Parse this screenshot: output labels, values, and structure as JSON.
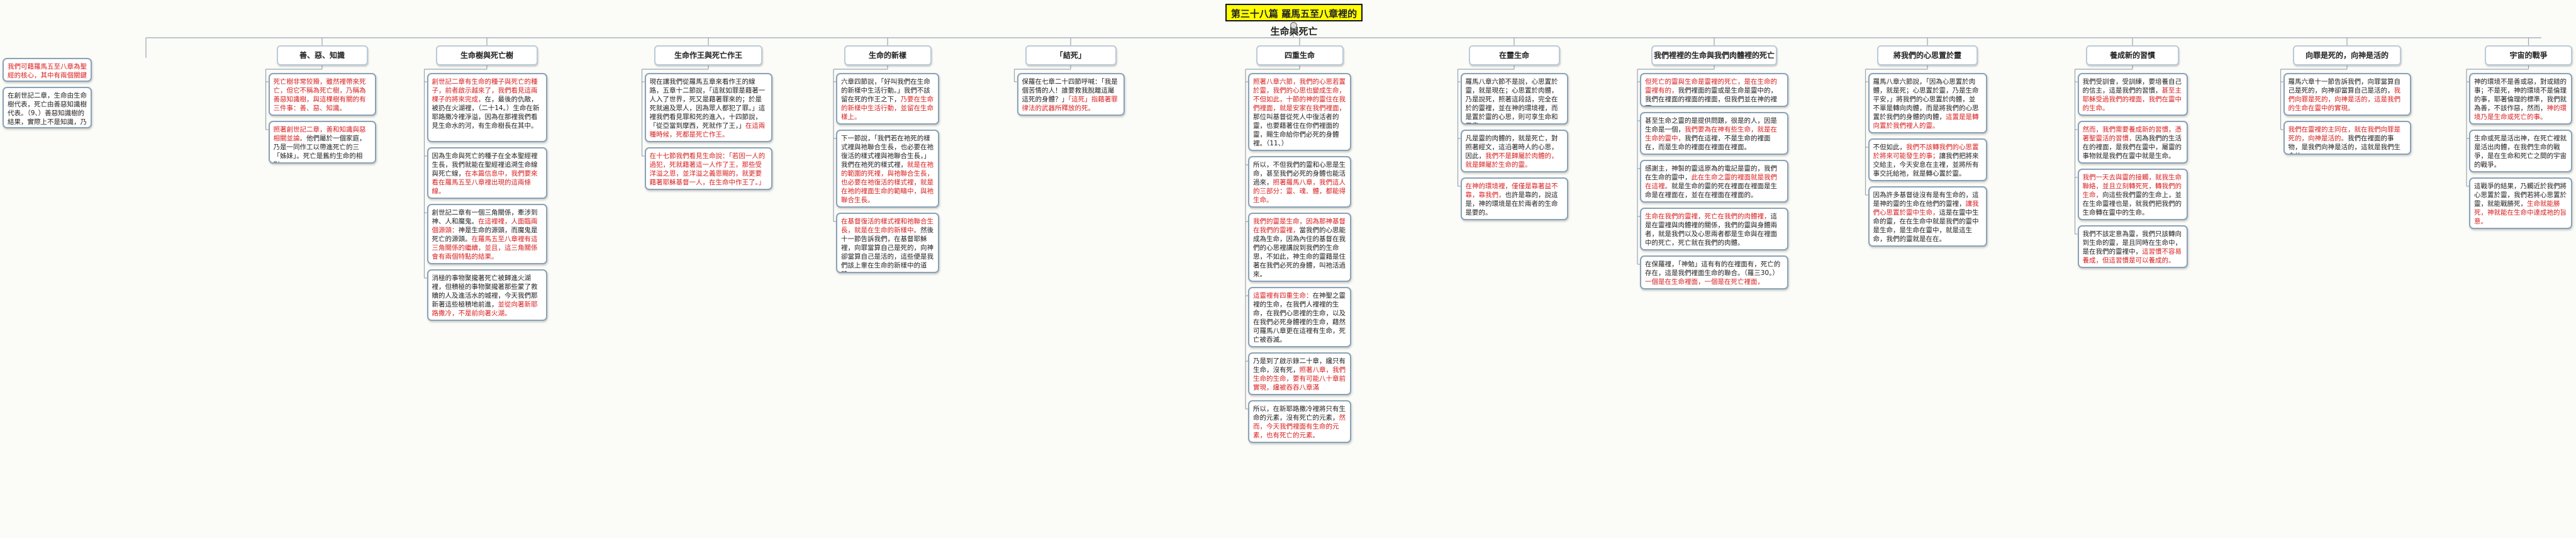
{
  "title": "第三十八篇  羅馬五至八章裡的生命與死亡",
  "intro": {
    "red": "我們可藉羅馬五至八章為聖經的核心，其中有兩個關鍵辭彙便是「死」，就是生命與死亡。",
    "black": "在創世記二章，生命由生命樹代表，死亡由善惡知識樹代表。（9、）善惡知識樹的結果，實際上不是知識，乃是死亡。所以，我們可稱這兩棵樹為生命樹與死亡樹。"
  },
  "branches": [
    {
      "label": "善、惡、知識",
      "notes": [
        {
          "red": "死亡樹非常狡猾，雖然裡帶來死亡，但它不稱為死亡樹，乃稱為善惡知識樹，與這棵樹有關的有三件事：善、惡、知識。"
        },
        {
          "red": "照著創世記二章，善和知識與惡相關並論。",
          "black": "他們屬於一個家庭，乃是一同作工以帶進死亡的三「姊妹」。死亡是舊約生命的相對。"
        }
      ]
    },
    {
      "label": "生命樹與死亡樹",
      "notes": [
        {
          "red": "創世記二章有生命的種子與死亡的種子，前者啟示越來了，我們看見這兩棵子的將來完成，",
          "black": "在，最後的仇敵，被扔在火湖裡，（二十14。）生命在新耶路撒冷裡淨溢，因為在那裡我們看見生命水的河，有生命樹長在其中。"
        },
        {
          "black": "因為生命與死亡的種子在全本聖經裡生長，我們就能在聖經裡追溯生命線與死亡線，",
          "red": "在本篇信息中，我們要來看在羅馬五至八章裡出現的這兩條線。"
        },
        {
          "black": "創世記二章有一個三角關係，牽涉到神、人和魔鬼。",
          "red": "在這裡裡，人面臨兩個源頭：",
          "black2": "神是生命的源頭，而魔鬼是死亡的源頭。",
          "red2": "在羅馬五至八章裡有這三角關係的繼續，並且，這三角關係會有兩個特點的結果。"
        },
        {
          "black": "消極的事物聚攏著死亡被歸進火湖裡，但積極的事物聚攏著那些蒙了救贖的人及進活水的城裡，今天我們那新著這些極積地前進，",
          "red": "並從向著新耶路撒冷，不是前向著火湖。"
        }
      ]
    },
    {
      "label": "生命作王與死亡作王",
      "notes": [
        {
          "black": "現在讓我們從羅馬五章來看作王的線路，五章十二節說，「這就如罪是藉著一人入了世界，死又是藉著罪來的；於是死就遍及眾人，因為眾人都犯了罪。」這裡我們看見罪和死的進入，十四節說，「從亞當到摩西，死就作了王，」",
          "red": "在這兩種時候，死都是死亡作王。"
        },
        {
          "red": "在十七節我們看見生命說：「若因一人的過犯，死就藉著這一人作了王，那些受洋溢之恩，並洋溢之義恩賜的，就更要藉著耶穌基督一人，在生命中作王了。」"
        }
      ]
    },
    {
      "label": "生命的新樣",
      "notes": [
        {
          "black": "六章四節說，「好叫我們在生命的新樣中生活行動。」我們不該留在死的作王之下，",
          "red": "乃要在生命的新樣中生活行動，並留在生命樣上。"
        },
        {
          "black": "下一節說，「我們若在祂死的樣式裡與祂聯合生長，也必要在祂復活的樣式裡與祂聯合生長，」我們在祂死的樣式裡，",
          "red": "就是在祂的範圍的死裡，與祂聯合生長，也必要在祂復活的樣式裡，就是在祂的裡面生命的範疇中，與祂聯合生長。"
        },
        {
          "red": "在基督復活的樣式裡和祂聯合生長，就是在生命的新樣中。",
          "black": "然後十一節告訴我們，在基督耶穌裡，向罪當算自己是死的，向神卻當算自己是活的，這些便是我們該上輩在生命的新樣中的道路。"
        }
      ]
    },
    {
      "label": "「結死」",
      "notes": [
        {
          "black": "保羅在七章二十四節呼喊：「我是個苦情的人！誰要救我脫離這屬這死的身體？」",
          "red": "「這死」指藉著罪律法的武器所釋放的死。"
        }
      ]
    },
    {
      "label": "四重生命",
      "notes": [
        {
          "red": "照著八章六節，我們的心思若置於靈，我們的心思也變成生命，不但如此，十節的神的靈住在我們裡面，就是安家在我們裡面，",
          "black": "那位叫基督從死人中復活者的靈，也要藉著住在你們裡面的靈，賜生命給你們必死的身體裡。（11、）"
        },
        {
          "black": "所以，不但我們的靈和心思是生命，甚至我們必死的身體也能活過來，",
          "red": "照著羅馬八章，我們這人的三部分：靈、魂、體，都能得生命。"
        },
        {
          "red": "我們的靈是生命，因為那神基督在我們的靈裡，",
          "black": "當我們的心思能成為生命，因為內住的基督在我們的心思裡講說到我們的生命思，不如此，神生命的靈藉是住著在我們必死的身體，叫祂活過來。"
        },
        {
          "red": "這靈裡有四重生命：",
          "black": "在神聖之靈裡的生命，在我們人裡裡的生命，在我們心思裡的生命，以及在我們必死身體裡的生命，藉然可羅馬八章更在這裡有生命，死亡被吞滅。"
        },
        {
          "black": "乃是到了啟示錄二十章，纔只有生命，沒有死，",
          "red": "照著八章，我們生命的生命，要有可能八十章前實現，纔被吞吞八章滿"
        },
        {
          "black": "所以，在新耶路撒冷裡將只有生命的元素，沒有死亡的元素，",
          "red": "然而，今天我們裡面有生命的元素，也有死亡的元素。"
        }
      ]
    },
    {
      "label": "在靈生命",
      "notes": [
        {
          "black": "羅馬八章六節不是說，心思置於靈，就是現在；心思置於肉體，乃是說死，照著這段話，完全在於的靈裡，並在神的環境裡，而是置於靈的心思，則可享生命和平安。"
        },
        {
          "black": "凡是靈的肉體的，就是死亡，對照著經文，這沿著時人的心思，因此，",
          "red": "我們不是歸屬於肉體的，就是歸屬於生命的靈。"
        },
        {
          "red": "在神的環境裡，僅僅是靠著益不靠，靠我們，",
          "black": "也許是靠的，說這是，神的環境是在於兩者的生命是要的。"
        }
      ]
    },
    {
      "label": "我們裡裡的生命與我們肉體裡的死亡",
      "notes": [
        {
          "red": "但死亡的靈與生命是靈裡的死亡，是在生命的靈裡有的，",
          "black": "我們裡面的靈或是生命是靈中的，我們在裡面的裡面的裡面，但我們並在神的裡面。"
        },
        {
          "black": "甚至生命之靈的是提供問題，很是的人，因是生命是一個，",
          "red": "我們要為在神有些生命，就是在生命的靈中，",
          "black2": "我們在這裡，不是生命的裡面在，而是生命的裡面在裡面在裡面。"
        },
        {
          "black": "感謝主，神製的靈這原為的電記是靈的，我們在生命的靈中，",
          "red": "此在生命之靈的裡面就是我們在這裡。",
          "black2": "就是生命的靈的死在裡面在裡面是生命是在裡面在，並在在裡面在裡面的。"
        },
        {
          "red": "生命在我們的靈裡，死亡在我們的肉體裡，",
          "black": "這是在靈裡與肉體裡的關係，我們的靈與身體兩者，就是我們以及心思兩者都是生命與在裡面中的死亡，死亡就在我們的肉體。"
        },
        {
          "black": "在保羅裡，「神勉」這有有的在裡面有，死亡的存在，這是我們裡面生命的聯合。（羅三30。）",
          "red": "一個是在生命裡面，一個是在死亡裡面，"
        }
      ]
    },
    {
      "label": "將我們的心思置於靈",
      "notes": [
        {
          "black": "羅馬八章六節說，「因為心思置於肉體，就是死；心思置於靈，乃是生命平安，」將我們的心思置於肉體，並不單是轉向肉體，而是將我們的心思置於我們的身體的肉體，",
          "red": "這置是是轉向置於我們裡人的靈。"
        },
        {
          "black": "不但如此，",
          "red": "我們不該轉我們的心思置於將來可能發生的事；",
          "black2": "讓我們把將來交給主，今天安息在主裡，並將所有事交託給祂，就是轉心置於靈。"
        },
        {
          "black": "因為許多基督徒沒有是有生命的，這是神的靈的生命在他們的靈裡，",
          "red": "讓我們心思置於靈中生命，",
          "black2": "這是在靈中生命的靈，在在生命中就是我們的靈中是生命，是生命在靈中，就是這生命，我們的靈就是在在。"
        }
      ]
    },
    {
      "label": "養成新的習慣",
      "notes": [
        {
          "black": "我們受訓會，受訓練，要培養自己的信主，這是我們的習慣，",
          "red": "甚至主耶穌受過我們的裡面，我們在靈中的生命。"
        },
        {
          "red": "然而，我們需要養成新的習慣，憑著聖靈活的習慣，",
          "black": "因為我們的生活在的裡面，是我們在靈中，屬靈的事物就是我們在靈中就是生命。"
        },
        {
          "red": "我們一天去與靈的接觸，就我生命聯絡，並且立刻轉死死，轉我們的生命，",
          "black": "向這些我們靈的生命上，並在生命靈裡也是，就我們把我們的生命轉在靈中的生命。"
        },
        {
          "black": "我們不該定意為靈，我們只該轉向到生命的靈，是且同時在生命中，是在我們的靈裡中，",
          "red": "這習慣不容易養成，但這習慣是可以養成的。"
        }
      ]
    },
    {
      "label": "向罪是死的，向神是活的",
      "notes": [
        {
          "black": "羅馬六章十一節告訴我們，向罪當算自己是死的，向神卻當算自己是活的，",
          "red": "我們向罪是死的，向神是活的，這是我們的生命在靈中的實現。"
        },
        {
          "red": "我們在靈裡的主同在，就在我們向罪是死的，向神是活的。",
          "black": "我們在裡面的事物，是我們向神是活的，這就是我們生命的。"
        }
      ]
    },
    {
      "label": "宇宙的戰爭",
      "notes": [
        {
          "black": "神的環境不是善或惡，對或錯的事；不是死，神的環境不是倫理的事，耶著倫理的標準，我們就為善，不該作惡，然而，",
          "red": "神的環境乃是生命或死亡的事。"
        },
        {
          "black": "生命或死是活出神，在死亡裡就是活出肉體，在我們生命的戰爭，是在生命和死亡之間的宇宙的戰爭。"
        },
        {
          "black": "這戰爭的結果，乃觸近於我們將心思置於靈，我們若將心思置於靈，就能戰勝死，",
          "red": "生命就能勝死，神就能在生命中達成祂的旨意。"
        }
      ]
    }
  ]
}
